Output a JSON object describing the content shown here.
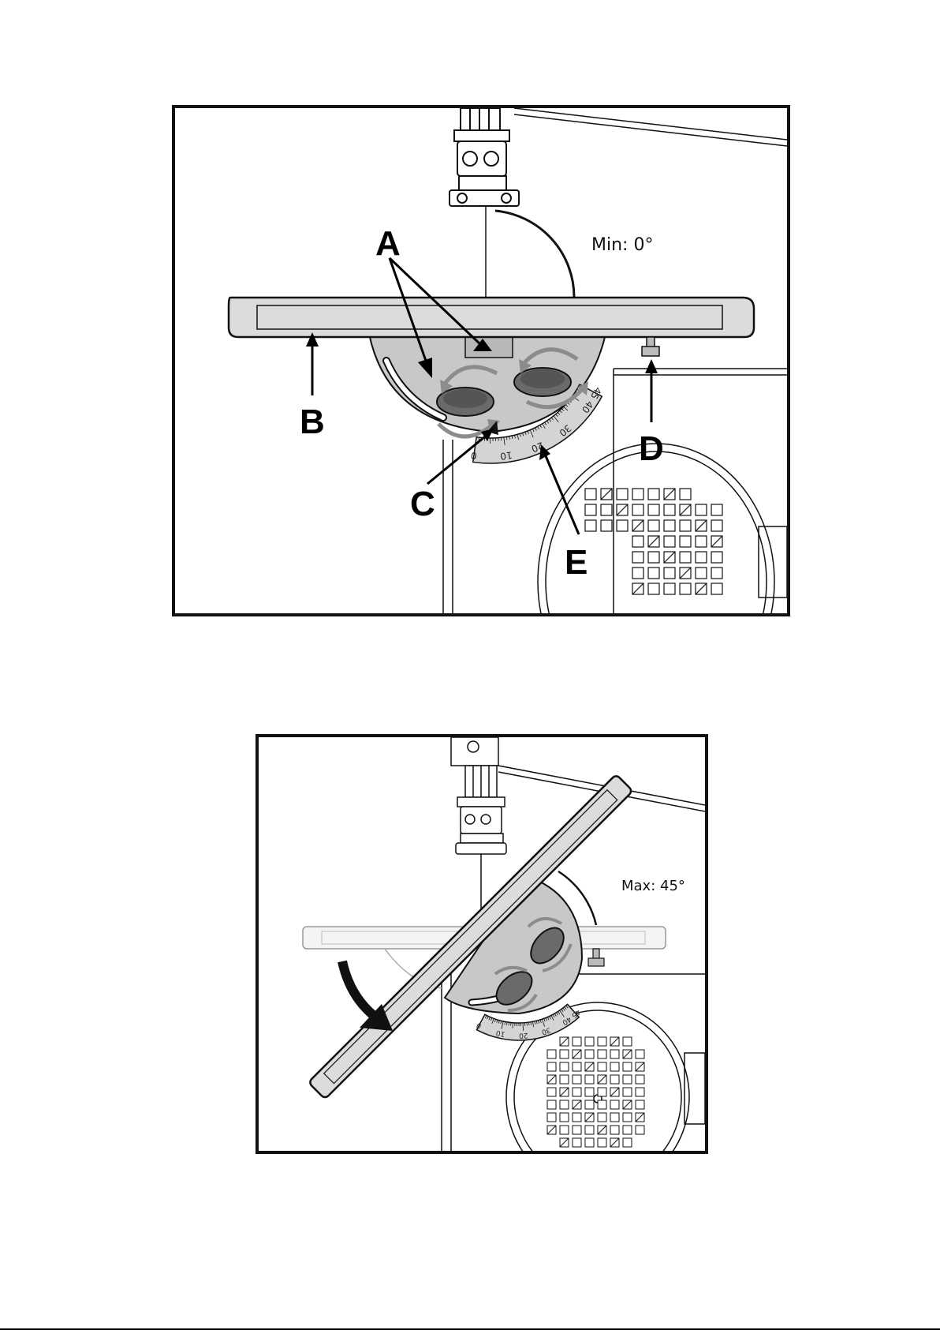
{
  "top_panel": {
    "angle_note": "Min: 0°",
    "callouts": {
      "a": "A",
      "b": "B",
      "c": "C",
      "d": "D",
      "e": "E"
    },
    "scale_labels": [
      "0",
      "10",
      "20",
      "30",
      "40",
      "45"
    ]
  },
  "bottom_panel": {
    "angle_note": "Max: 45°",
    "scale_labels": [
      "0",
      "10",
      "20",
      "30",
      "40",
      "45"
    ]
  },
  "colors": {
    "line": "#111111",
    "table_fill": "#dcdcdc",
    "trunnion_fill": "#c8c8c8",
    "knob_fill": "#6a6a6a",
    "arrow_gray": "#8c8c8c",
    "scale_fill": "#d4d4d4"
  }
}
